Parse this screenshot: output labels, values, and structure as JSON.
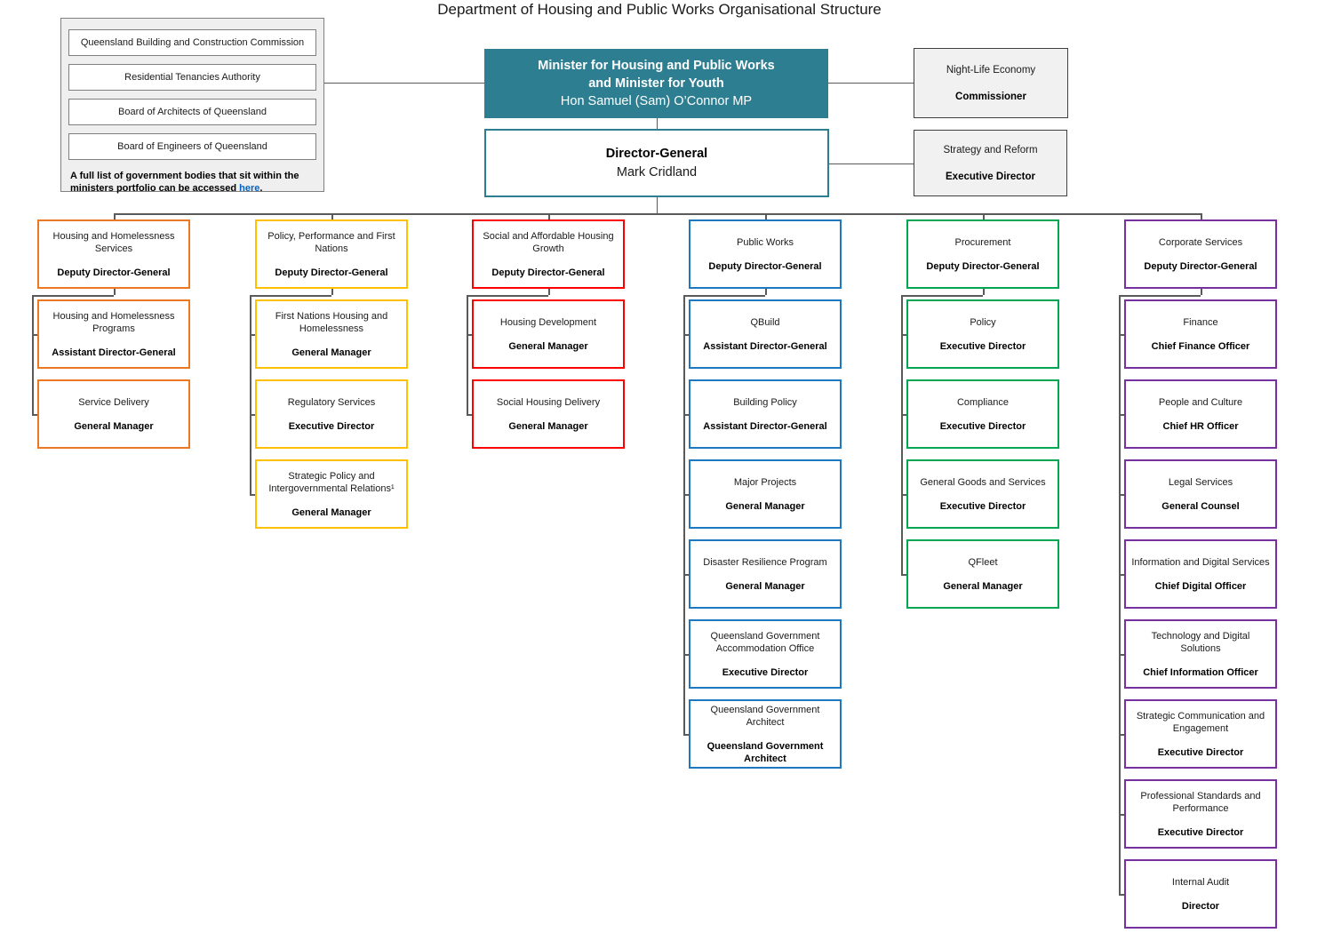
{
  "title": "Department of Housing and Public Works Organisational Structure",
  "portfolio_panel": {
    "bodies": [
      "Queensland Building and Construction Commission",
      "Residential Tenancies Authority",
      "Board of Architects of Queensland",
      "Board of Engineers of Queensland"
    ],
    "note_text": "A full list of government bodies that sit within the ministers portfolio can be accessed ",
    "note_link": "here",
    "note_suffix": "."
  },
  "minister": {
    "title_line1": "Minister for Housing and Public Works",
    "title_line2": "and Minister for Youth",
    "name": "Hon Samuel (Sam) O’Connor MP"
  },
  "director_general": {
    "role": "Director-General",
    "name": "Mark Cridland"
  },
  "side_offices": [
    {
      "unit": "Night-Life Economy",
      "role": "Commissioner"
    },
    {
      "unit": "Strategy and Reform",
      "role": "Executive Director"
    }
  ],
  "columns": [
    {
      "color": "#ED7823",
      "head": {
        "unit": "Housing and Homelessness Services",
        "role": "Deputy Director-General"
      },
      "children": [
        {
          "unit": "Housing and Homelessness Programs",
          "role": "Assistant Director-General"
        },
        {
          "unit": "Service Delivery",
          "role": "General Manager"
        }
      ]
    },
    {
      "color": "#FFC000",
      "head": {
        "unit": "Policy, Performance and First Nations",
        "role": "Deputy Director-General"
      },
      "children": [
        {
          "unit": "First Nations Housing and Homelessness",
          "role": "General Manager"
        },
        {
          "unit": "Regulatory Services",
          "role": "Executive Director"
        },
        {
          "unit": "Strategic Policy and Intergovernmental Relations¹",
          "role": "General Manager"
        }
      ]
    },
    {
      "color": "#FF0000",
      "head": {
        "unit": "Social and Affordable Housing Growth",
        "role": "Deputy Director-General"
      },
      "children": [
        {
          "unit": "Housing Development",
          "role": "General Manager"
        },
        {
          "unit": "Social Housing Delivery",
          "role": "General Manager"
        }
      ]
    },
    {
      "color": "#1E78C0",
      "head": {
        "unit": "Public Works",
        "role": "Deputy Director-General"
      },
      "children": [
        {
          "unit": "QBuild",
          "role": "Assistant Director-General"
        },
        {
          "unit": "Building Policy",
          "role": "Assistant Director-General"
        },
        {
          "unit": "Major Projects",
          "role": "General Manager"
        },
        {
          "unit": "Disaster Resilience Program",
          "role": "General Manager"
        },
        {
          "unit": "Queensland Government Accommodation Office",
          "role": "Executive Director"
        },
        {
          "unit": "Queensland Government Architect",
          "role": "Queensland Government Architect"
        }
      ]
    },
    {
      "color": "#00A650",
      "head": {
        "unit": "Procurement",
        "role": "Deputy Director-General"
      },
      "children": [
        {
          "unit": "Policy",
          "role": "Executive Director"
        },
        {
          "unit": "Compliance",
          "role": "Executive Director"
        },
        {
          "unit": "General Goods and Services",
          "role": "Executive Director"
        },
        {
          "unit": "QFleet",
          "role": "General Manager"
        }
      ]
    },
    {
      "color": "#7630A0",
      "head": {
        "unit": "Corporate Services",
        "role": "Deputy Director-General"
      },
      "children": [
        {
          "unit": "Finance",
          "role": "Chief Finance Officer"
        },
        {
          "unit": "People and Culture",
          "role": "Chief HR Officer"
        },
        {
          "unit": "Legal Services",
          "role": "General Counsel"
        },
        {
          "unit": "Information and Digital Services",
          "role": "Chief Digital Officer"
        },
        {
          "unit": "Technology and Digital Solutions",
          "role": "Chief Information Officer"
        },
        {
          "unit": "Strategic Communication and Engagement",
          "role": "Executive Director"
        },
        {
          "unit": "Professional Standards and Performance",
          "role": "Executive Director"
        },
        {
          "unit": "Internal Audit",
          "role": "Director"
        }
      ]
    }
  ],
  "colors": {
    "teal": "#2E7E91",
    "connector": "#5a5a5a",
    "link_blue": "#0563C1"
  }
}
